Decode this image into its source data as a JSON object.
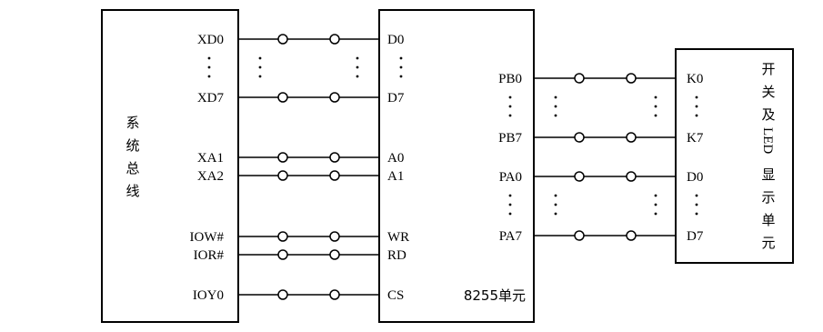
{
  "system_bus": {
    "title_chars": [
      "系",
      "统",
      "总",
      "线"
    ],
    "pins": {
      "xd0": "XD0",
      "xd7": "XD7",
      "xa1": "XA1",
      "xa2": "XA2",
      "iow": "IOW#",
      "ior": "IOR#",
      "ioy0": "IOY0"
    }
  },
  "unit_8255": {
    "label": "8255单元",
    "left_pins": {
      "d0": "D0",
      "d7": "D7",
      "a0": "A0",
      "a1": "A1",
      "wr": "WR",
      "rd": "RD",
      "cs": "CS"
    },
    "right_pins": {
      "pb0": "PB0",
      "pb7": "PB7",
      "pa0": "PA0",
      "pa7": "PA7"
    }
  },
  "switch_led_unit": {
    "title_chars": [
      "开",
      "关",
      "及",
      "LED",
      "显",
      "示",
      "单",
      "元"
    ],
    "pins": {
      "k0": "K0",
      "k7": "K7",
      "d0": "D0",
      "d7": "D7"
    }
  }
}
